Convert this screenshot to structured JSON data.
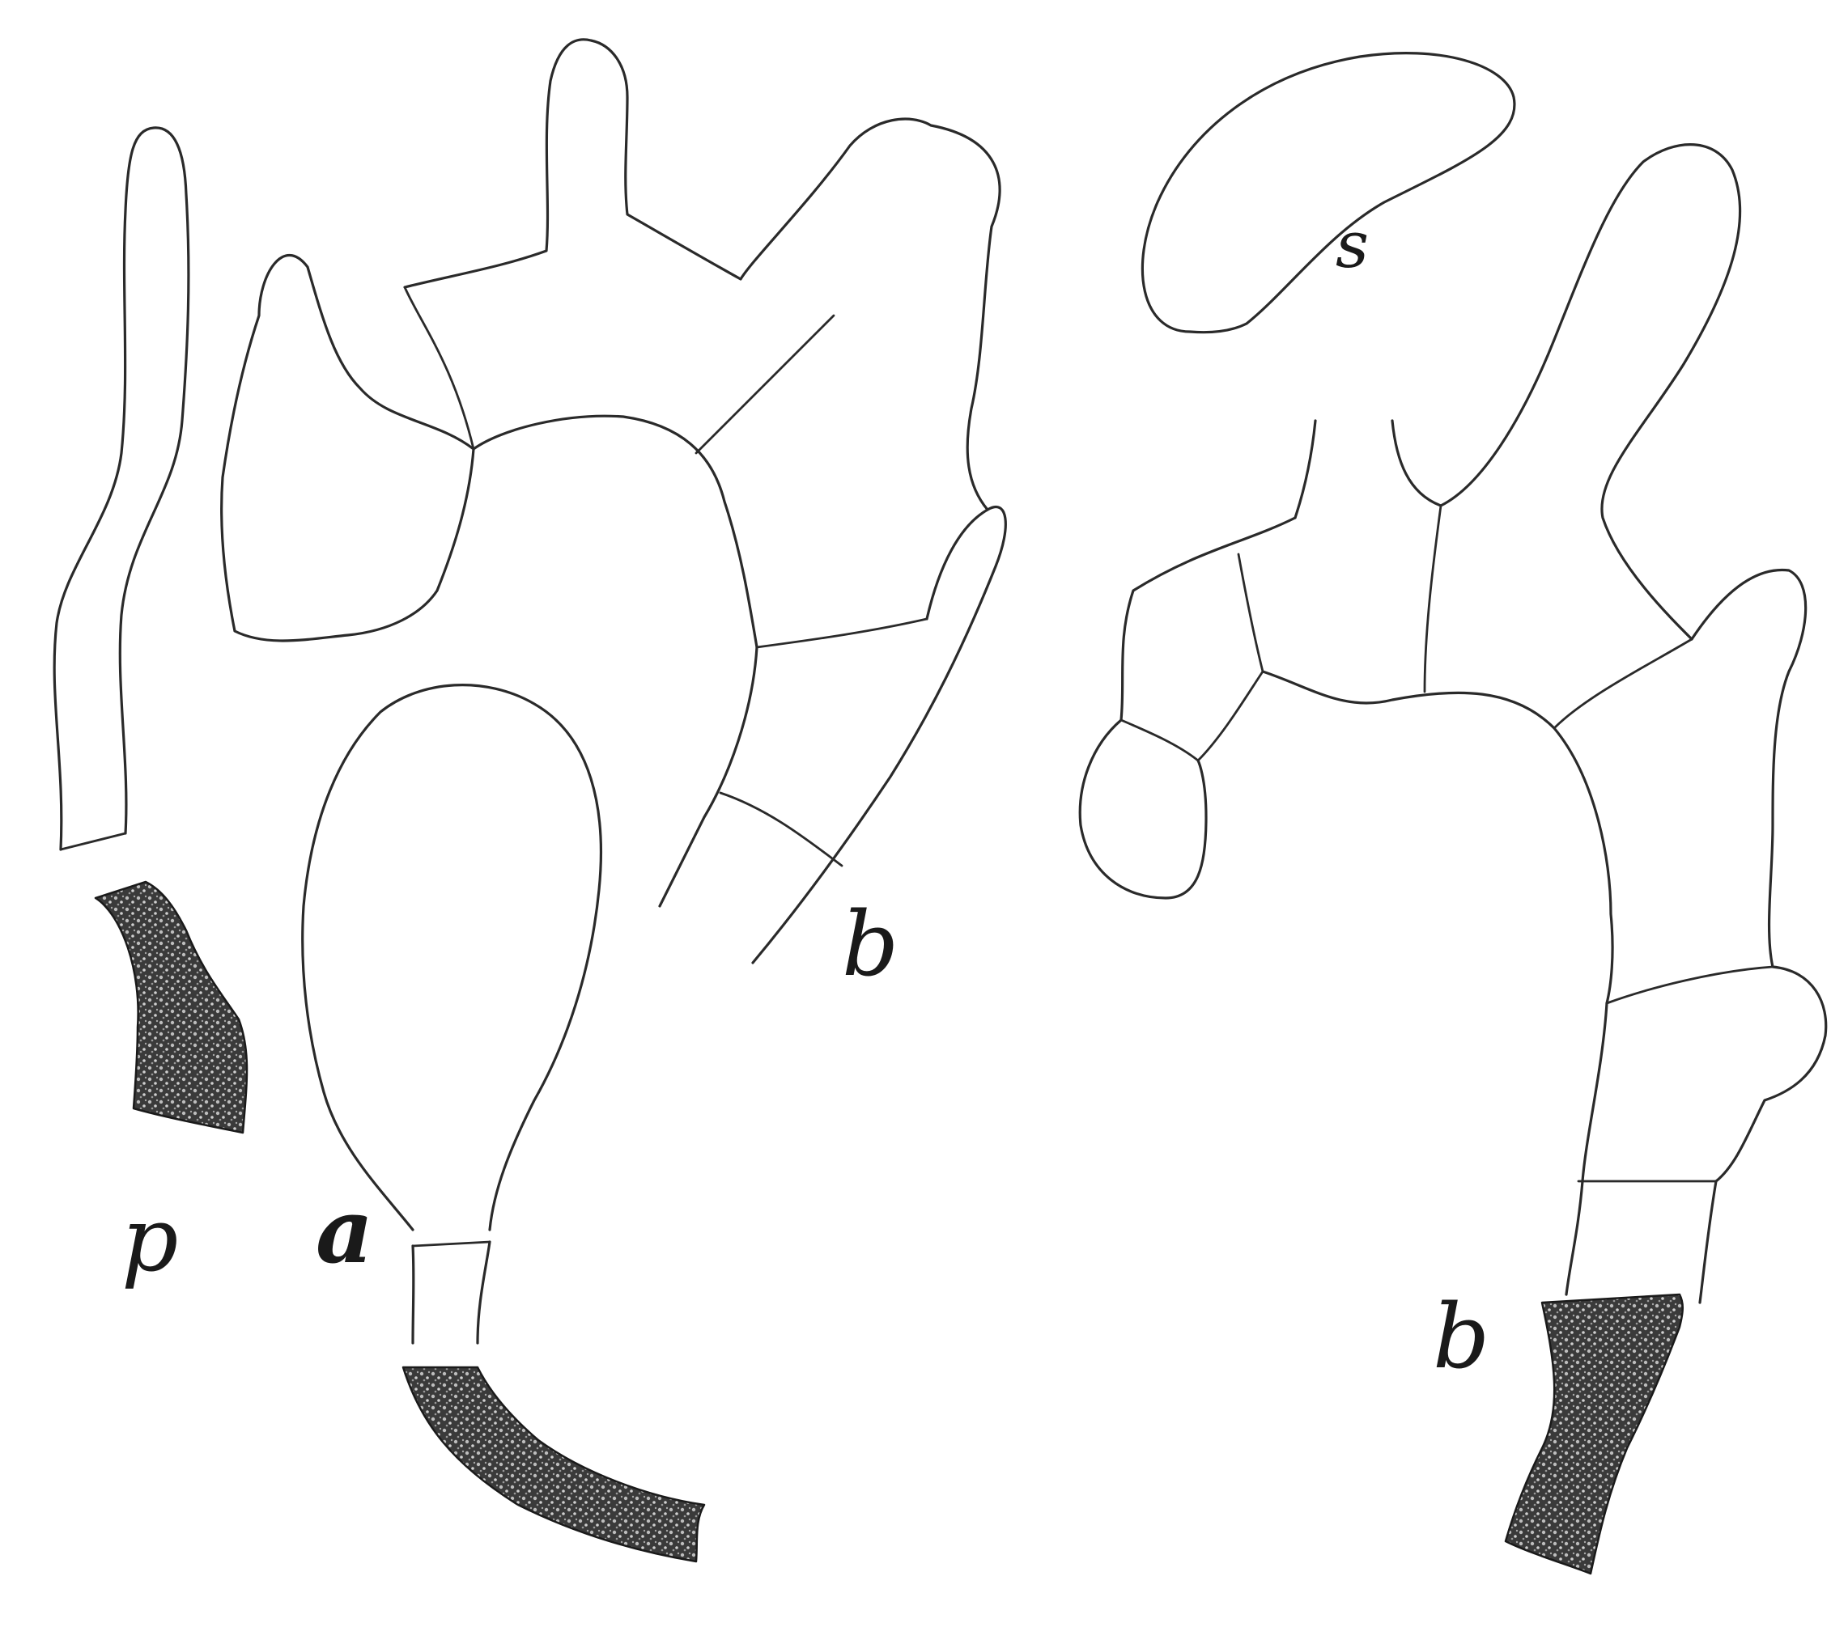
{
  "figure": {
    "labels": {
      "p": "p",
      "a": "a",
      "b_top": "b",
      "s": "s",
      "b_right": "b"
    },
    "colors": {
      "ink": "#2a2a2a",
      "stipple": "#1a1a1a",
      "paper": "#ffffff"
    }
  }
}
